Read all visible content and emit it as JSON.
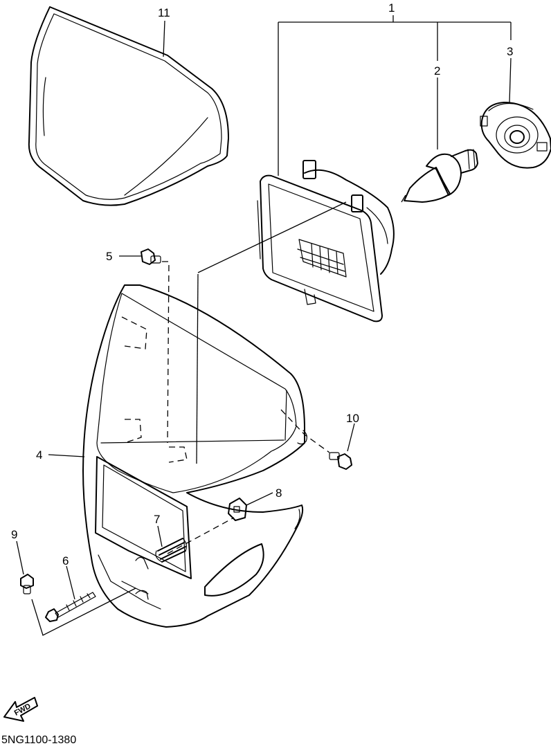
{
  "diagram": {
    "drawing_code": "5NG1100-1380",
    "direction_label": "FWD",
    "callouts": {
      "c1": "1",
      "c2": "2",
      "c3": "3",
      "c4": "4",
      "c5": "5",
      "c6": "6",
      "c7": "7",
      "c8": "8",
      "c9": "9",
      "c10": "10",
      "c11": "11"
    },
    "parts": [
      {
        "ref": "1",
        "name": "headlight-assembly"
      },
      {
        "ref": "2",
        "name": "bulb"
      },
      {
        "ref": "3",
        "name": "socket-cover"
      },
      {
        "ref": "4",
        "name": "headlight-cowl"
      },
      {
        "ref": "5",
        "name": "bolt"
      },
      {
        "ref": "6",
        "name": "long-bolt"
      },
      {
        "ref": "7",
        "name": "spring"
      },
      {
        "ref": "8",
        "name": "nut"
      },
      {
        "ref": "9",
        "name": "screw"
      },
      {
        "ref": "10",
        "name": "bolt"
      },
      {
        "ref": "11",
        "name": "lens-cover"
      }
    ]
  }
}
